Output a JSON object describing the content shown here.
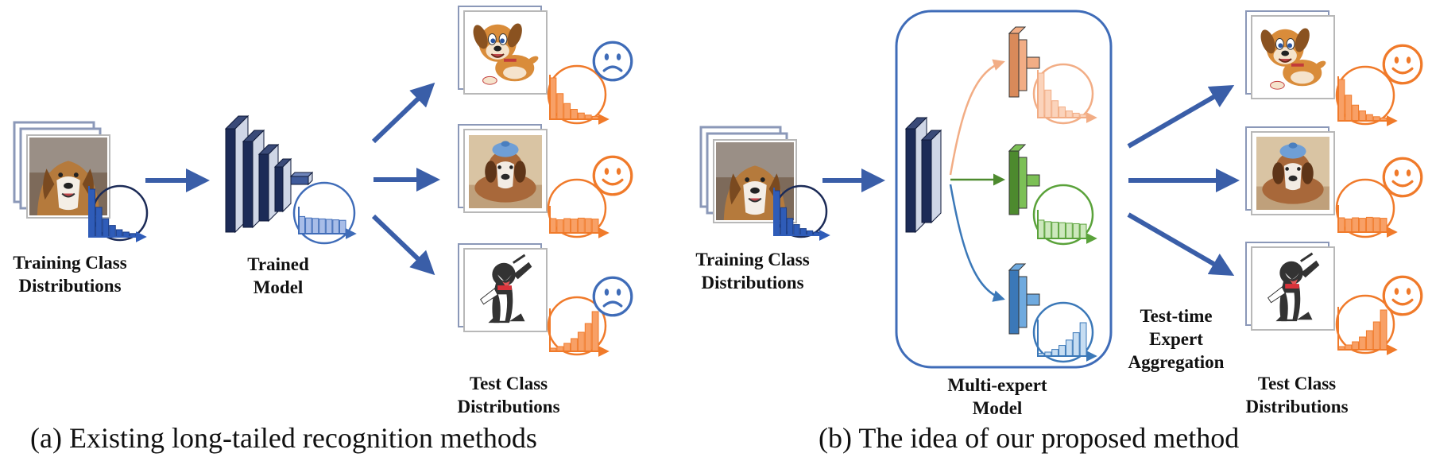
{
  "panel_a": {
    "train_label": [
      "Training Class",
      "Distributions"
    ],
    "model_label": [
      "Trained",
      "Model"
    ],
    "test_label": [
      "Test Class",
      "Distributions"
    ],
    "caption": "(a) Existing long-tailed recognition methods",
    "test_outcomes": [
      "sad",
      "happy",
      "sad"
    ]
  },
  "panel_b": {
    "train_label": [
      "Training Class",
      "Distributions"
    ],
    "model_label": [
      "Multi-expert",
      "Model"
    ],
    "aggregation_label": [
      "Test-time",
      "Expert",
      "Aggregation"
    ],
    "test_label": [
      "Test Class",
      "Distributions"
    ],
    "caption": "(b) The idea of our proposed method",
    "test_outcomes": [
      "happy",
      "happy",
      "happy"
    ]
  },
  "colors": {
    "arrow": "#3a5ea8",
    "dark_navy": "#1c2b57",
    "train_blue": "#2f5cb8",
    "light_blue": "#9fb6e6",
    "orange": "#f07a2a",
    "expert_peach": "#f2ad85",
    "expert_green": "#5aa23a",
    "expert_blue": "#4c8fc8"
  },
  "icons": [
    "dog-photo-icon",
    "cartoon-dog-icon",
    "sick-dog-photo-icon",
    "cartoon-husky-icon",
    "sad-face-icon",
    "happy-face-icon"
  ]
}
